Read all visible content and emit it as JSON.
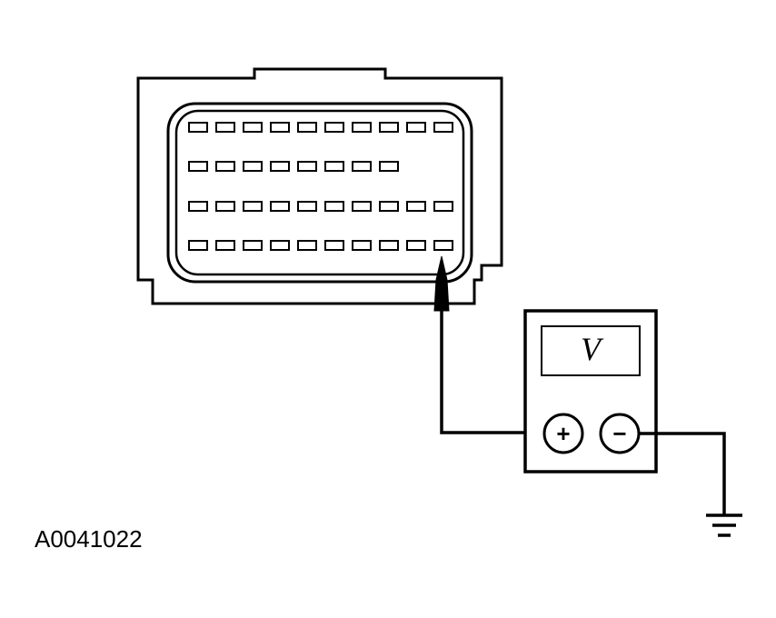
{
  "figure": {
    "id": "A0041022"
  },
  "meter": {
    "display_symbol": "V",
    "positive_symbol": "+",
    "negative_symbol": "−"
  },
  "connector": {
    "pin_rows": [
      10,
      8,
      10,
      10
    ]
  },
  "colors": {
    "ink": "#000000",
    "paper": "#ffffff"
  }
}
